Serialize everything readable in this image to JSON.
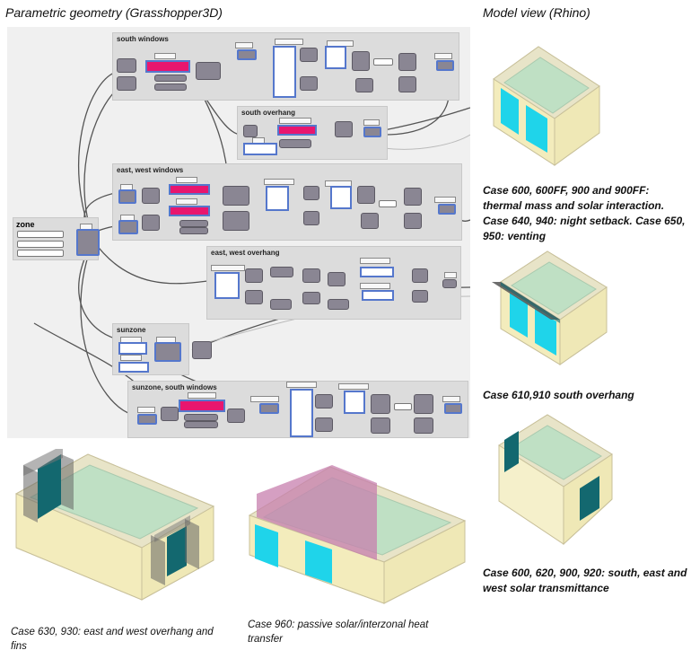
{
  "headings": {
    "left": "Parametric geometry (Grasshopper3D)",
    "right": "Model view (Rhino)"
  },
  "groups": {
    "south_windows": "south windows",
    "south_overhang": "south overhang",
    "east_west_windows": "east, west windows",
    "zone": "zone",
    "east_west_overhang": "east, west overhang",
    "sunzone": "sunzone",
    "sunzone_south_windows": "sunzone, south windows"
  },
  "captions": {
    "case_600": "Case 600, 600FF, 900 and 900FF: thermal mass and solar interaction. Case 640, 940: night setback. Case 650, 950: venting",
    "case_610": "Case 610,910 south overhang",
    "case_620": "Case 600, 620, 900, 920: south, east and west solar transmittance",
    "case_630": "Case 630, 930: east and west overhang and fins",
    "case_960": "Case 960: passive solar/interzonal heat transfer"
  },
  "colors": {
    "wall": "#f3ecbc",
    "floor": "#bfe0c4",
    "window": "#1fd4ea",
    "window_dark": "#13686f",
    "overhang": "#555555",
    "partition": "#c77fae",
    "group_bg": "#dcdcdc",
    "canvas_bg": "#f0f0f0",
    "highlight": "#e8166e"
  }
}
